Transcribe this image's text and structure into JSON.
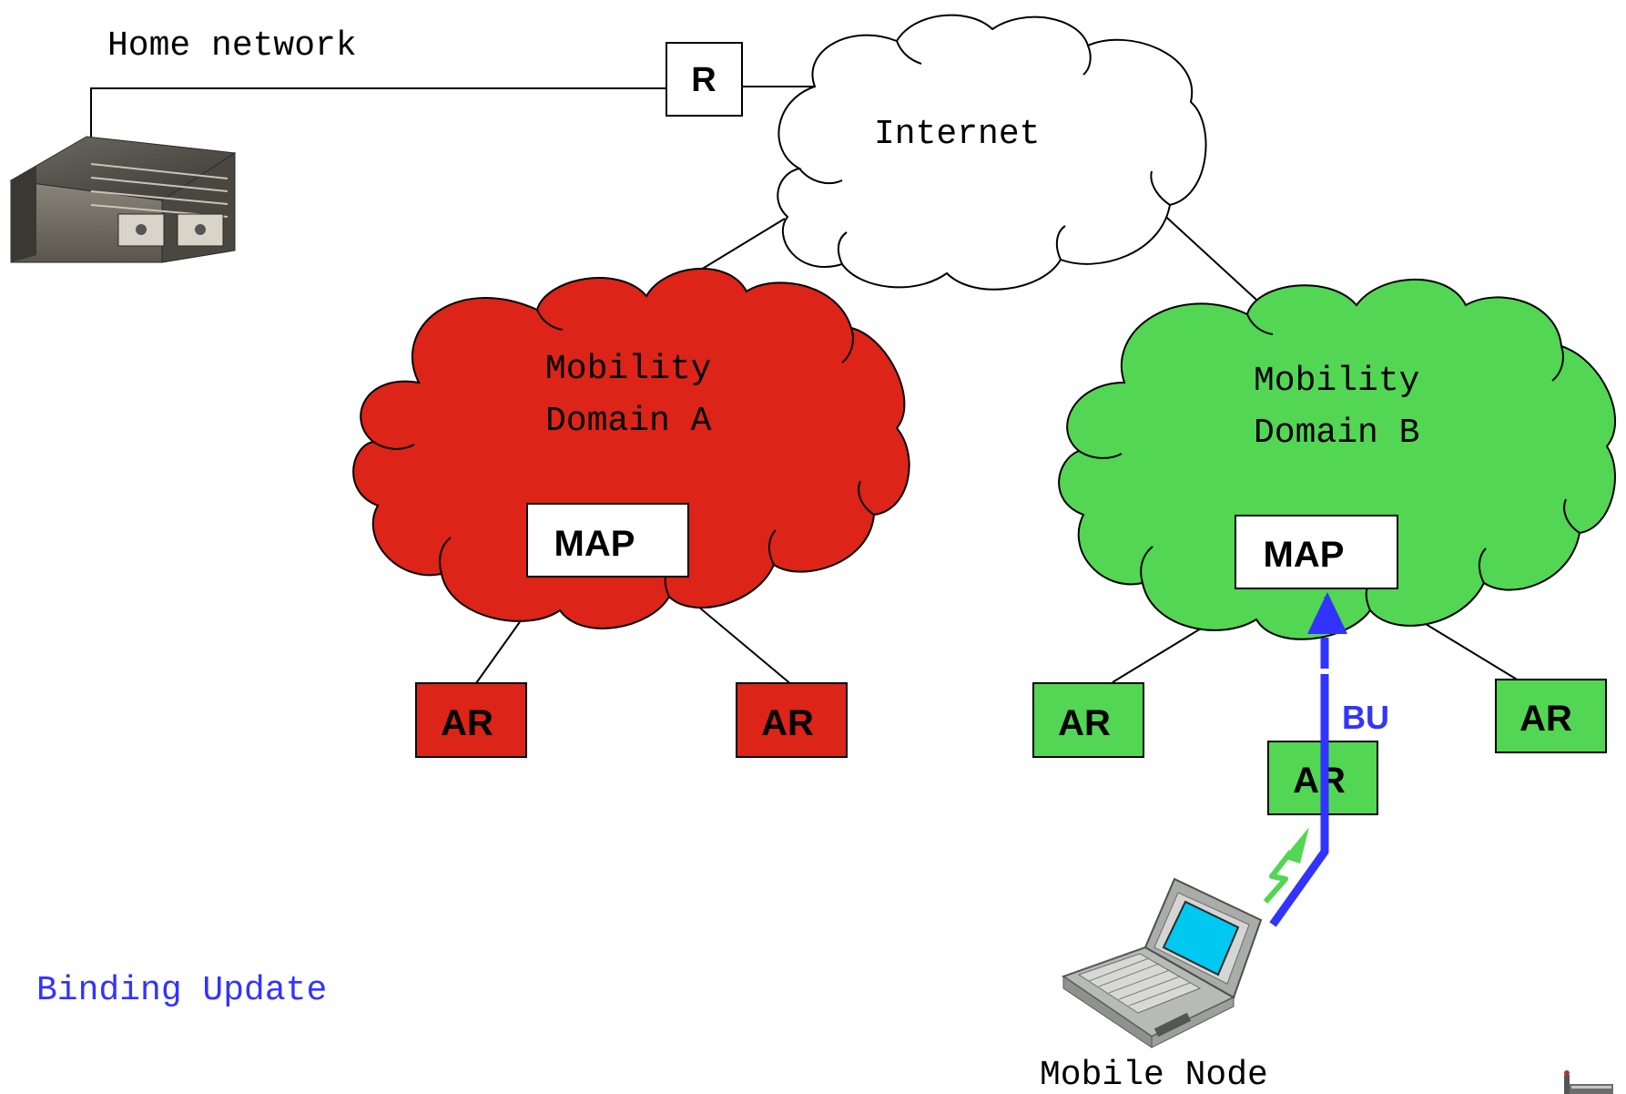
{
  "labels": {
    "home_network": "Home network",
    "router": "R",
    "internet": "Internet",
    "domain_a_line1": "Mobility",
    "domain_a_line2": "Domain A",
    "domain_b_line1": "Mobility",
    "domain_b_line2": "Domain B",
    "map_a": "MAP",
    "map_b": "MAP",
    "ar_a1": "AR",
    "ar_a2": "AR",
    "ar_b1": "AR",
    "ar_b2": "AR",
    "ar_b3": "AR",
    "bu": "BU",
    "binding_update": "Binding Update",
    "mobile_node": "Mobile Node"
  },
  "colors": {
    "domain_a_fill": "#dc2418",
    "domain_b_fill": "#52d653",
    "binding_update": "#3333ff",
    "wireless_signal": "#52d653",
    "line": "#000000"
  },
  "icons": {
    "home_server": "server-rack-icon",
    "mobile_node": "laptop-icon",
    "wireless": "lightning-signal-icon",
    "corner_logo": "corner-logo-icon"
  }
}
